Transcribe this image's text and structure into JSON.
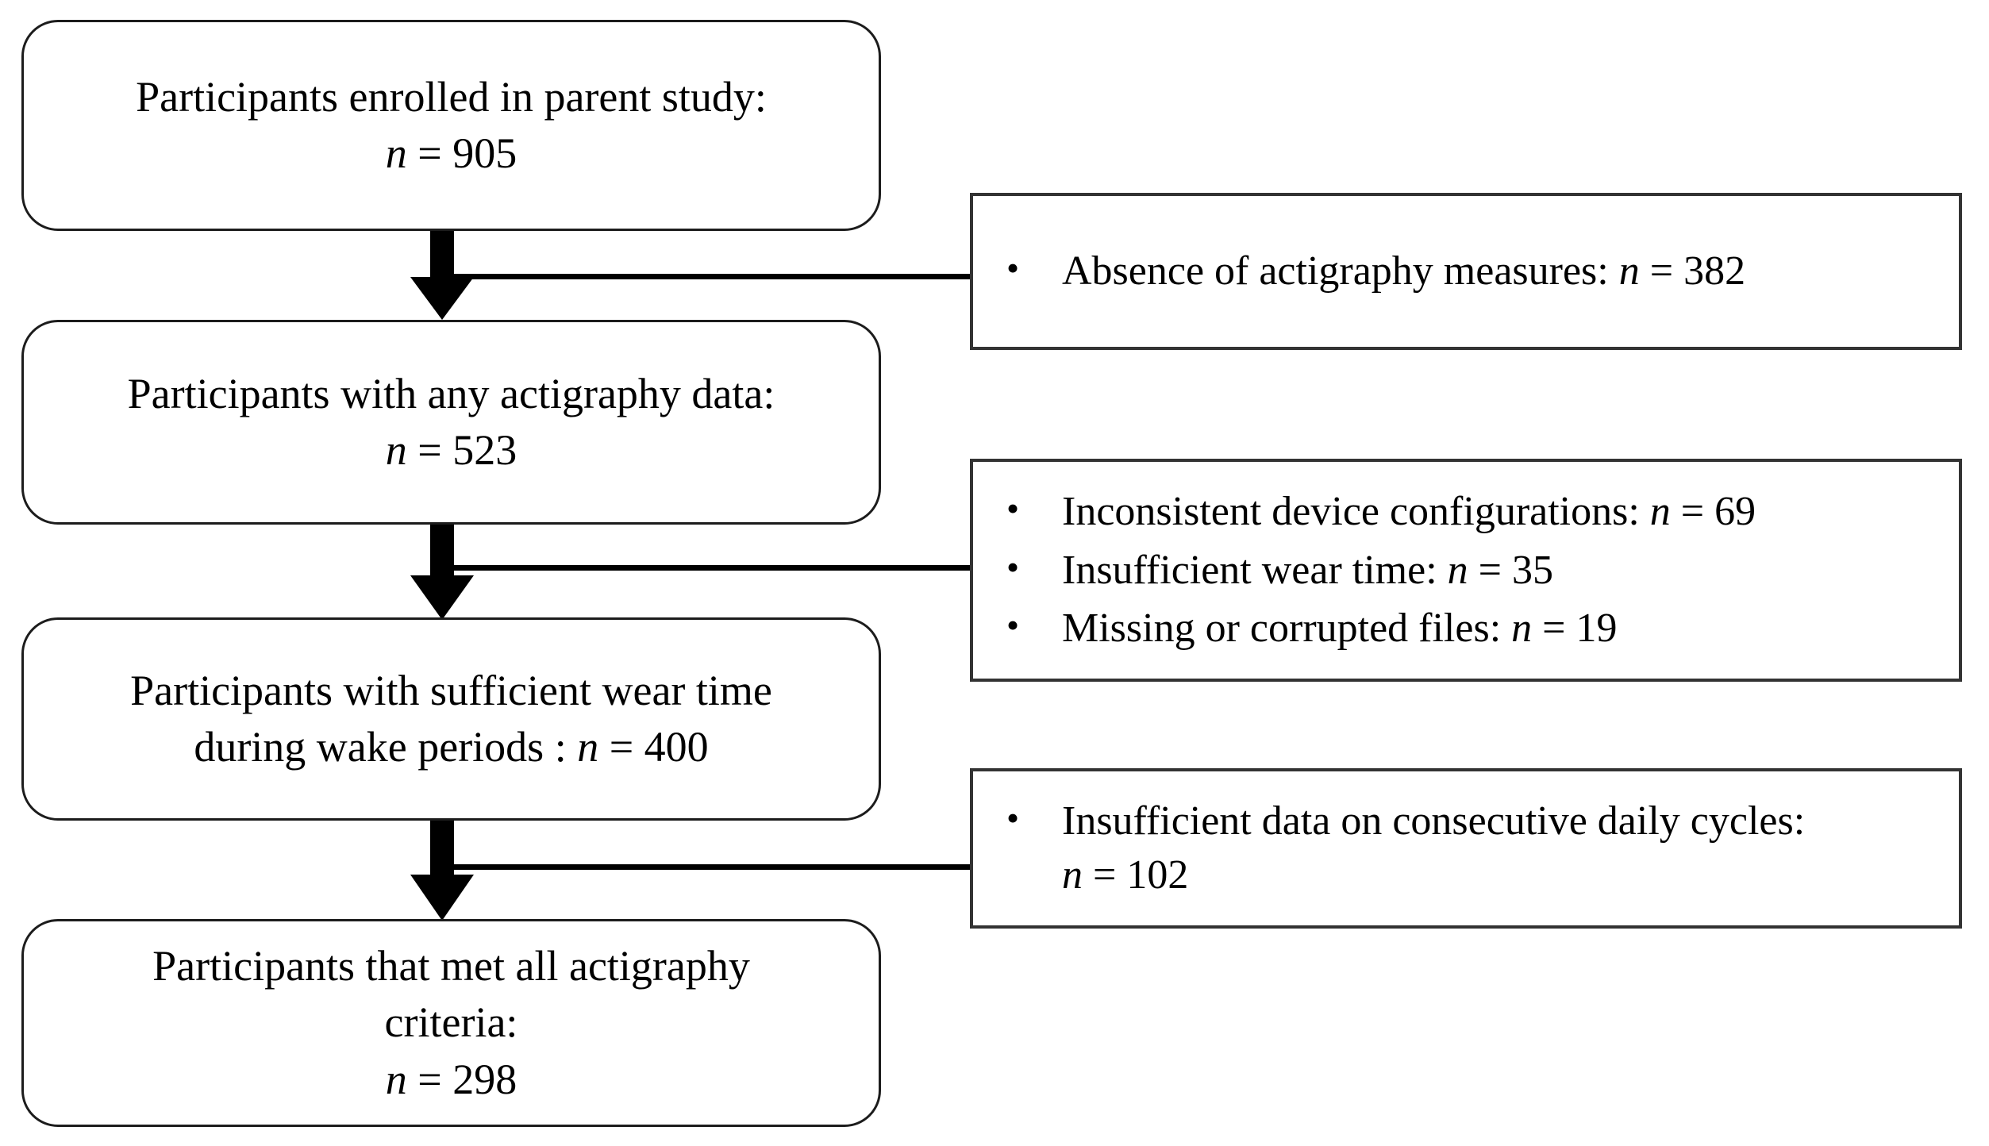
{
  "figure": {
    "type": "participant-flow-diagram",
    "background_color": "#ffffff",
    "line_color": "#000000"
  },
  "flow": {
    "boxes": [
      {
        "id": "enrolled",
        "lines": [
          "Participants enrolled in parent study:"
        ],
        "stat_label": "n",
        "stat_equals": " = ",
        "stat_value": "905"
      },
      {
        "id": "any-actigraphy",
        "lines": [
          "Participants with any actigraphy data:"
        ],
        "stat_label": "n",
        "stat_equals": " = ",
        "stat_value": "523"
      },
      {
        "id": "sufficient-wear-time",
        "lines": [
          "Participants with sufficient wear time",
          "during wake periods : "
        ],
        "stat_label": "n",
        "stat_equals": " = ",
        "stat_value": "400"
      },
      {
        "id": "met-all-criteria",
        "lines": [
          "Participants that met all actigraphy",
          "criteria:"
        ],
        "stat_label": "n",
        "stat_equals": " = ",
        "stat_value": "298"
      }
    ]
  },
  "exclusions": [
    {
      "id": "exclusion-1",
      "bullet_glyph": "•",
      "items": [
        {
          "text": "Absence of actigraphy measures: ",
          "stat_label": "n",
          "stat_equals": " = ",
          "stat_value": "382"
        }
      ]
    },
    {
      "id": "exclusion-2",
      "bullet_glyph": "•",
      "items": [
        {
          "text": "Inconsistent device configurations: ",
          "stat_label": "n",
          "stat_equals": " = ",
          "stat_value": "69"
        },
        {
          "text": "Insufficient wear time: ",
          "stat_label": "n",
          "stat_equals": " = ",
          "stat_value": "35"
        },
        {
          "text": "Missing or corrupted files: ",
          "stat_label": "n",
          "stat_equals": " = ",
          "stat_value": "19"
        }
      ]
    },
    {
      "id": "exclusion-3",
      "bullet_glyph": "•",
      "items": [
        {
          "text": "Insufficient data on consecutive daily cycles:",
          "wrap": true,
          "stat_label": "n",
          "stat_equals": " = ",
          "stat_value": "102"
        }
      ]
    }
  ]
}
